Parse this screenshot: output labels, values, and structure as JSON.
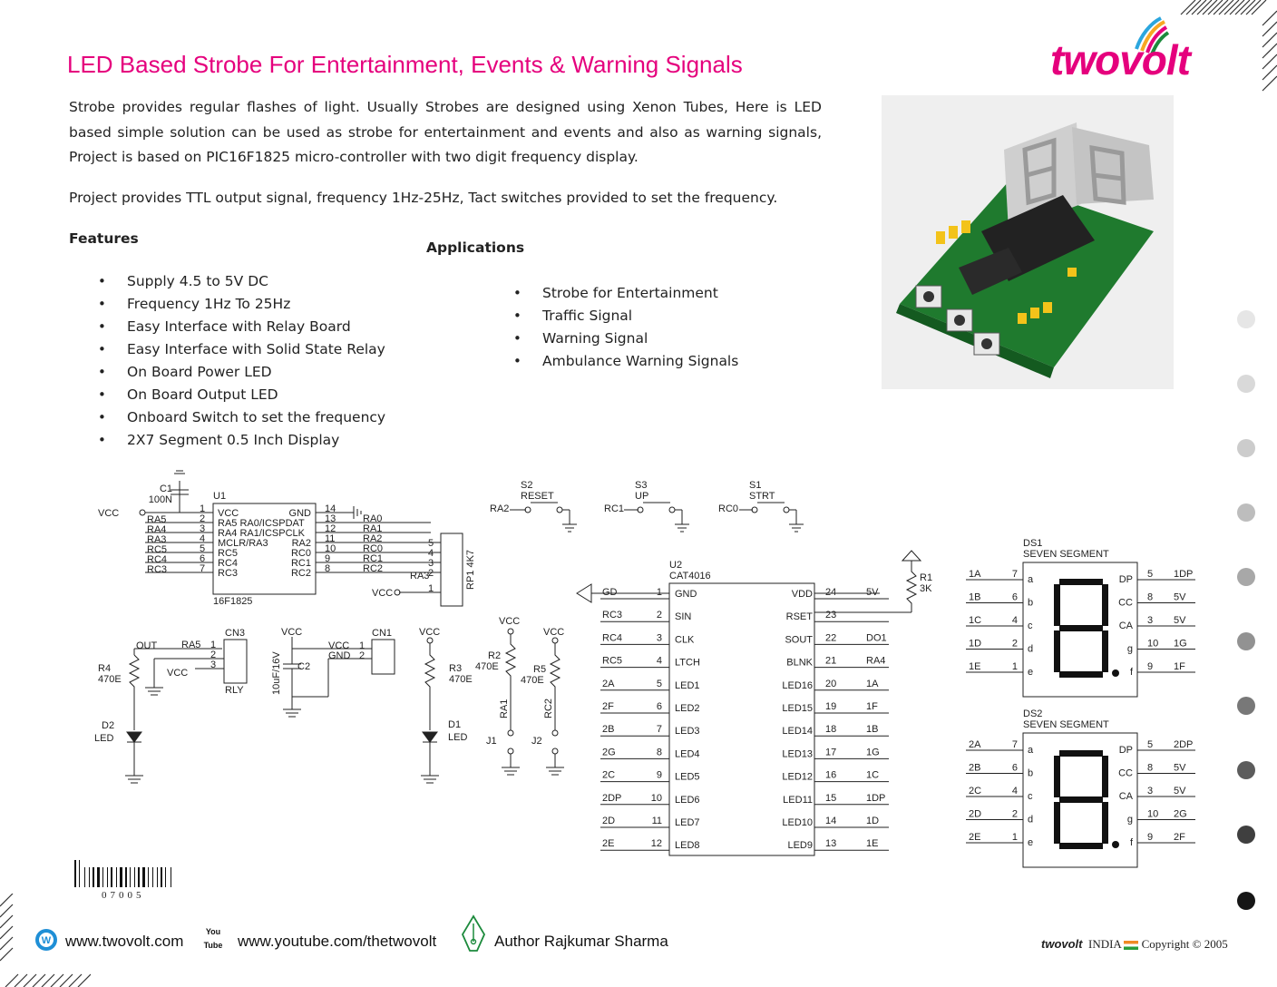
{
  "header": {
    "title": "LED Based Strobe For Entertainment, Events & Warning Signals",
    "logo_text": "twovolt"
  },
  "intro": {
    "paragraph1": "Strobe provides regular flashes of light. Usually Strobes are designed using Xenon Tubes, Here is LED based simple solution can be used as strobe for entertainment and events and also as warning signals, Project is based on PIC16F1825 micro-controller with two digit frequency display.",
    "paragraph2": "Project provides TTL output signal, frequency 1Hz-25Hz, Tact switches provided to set the frequency."
  },
  "features": {
    "heading": "Features",
    "items": [
      "Supply 4.5 to 5V DC",
      "Frequency 1Hz To 25Hz",
      "Easy Interface with Relay Board",
      "Easy Interface with Solid State Relay",
      "On Board Power LED",
      "On Board Output LED",
      "Onboard Switch to set the frequency",
      "2X7 Segment 0.5 Inch Display"
    ]
  },
  "applications": {
    "heading": "Applications",
    "items": [
      "Strobe for Entertainment",
      "Traffic Signal",
      "Warning Signal",
      "Ambulance Warning Signals"
    ]
  },
  "schematic": {
    "u1": {
      "ref": "U1",
      "part": "16F1825",
      "pins_left": [
        "VCC",
        "RA5 RA0/ICSPDAT",
        "RA4 RA1/ICSPCLK",
        "MCLR/RA3",
        "RC5",
        "RC4",
        "RC3"
      ],
      "pins_right": [
        "GND",
        "RA2",
        "RC0",
        "RC1",
        "RC2"
      ],
      "nets_left": [
        "VCC",
        "RA5",
        "RA4",
        "RA3",
        "RC5",
        "RC4",
        "RC3"
      ],
      "nums_left": [
        "1",
        "2",
        "3",
        "4",
        "5",
        "6",
        "7"
      ],
      "nums_right": [
        "14",
        "13",
        "12",
        "11",
        "10",
        "9",
        "8"
      ],
      "nets_right": [
        "RA0",
        "RA1",
        "RA2",
        "RC0",
        "RC1",
        "RC2"
      ]
    },
    "c1": {
      "ref": "C1",
      "value": "100N"
    },
    "rp1": {
      "ref": "RP1 4K7",
      "pins": [
        "5",
        "4",
        "3",
        "2",
        "1"
      ],
      "net": "VCC",
      "extra": "RA3"
    },
    "switches": [
      {
        "ref": "S2",
        "name": "RESET",
        "net": "RA2"
      },
      {
        "ref": "S3",
        "name": "UP",
        "net": "RC1"
      },
      {
        "ref": "S1",
        "name": "STRT",
        "net": "RC0"
      }
    ],
    "u2": {
      "ref": "U2",
      "part": "CAT4016",
      "left_nets": [
        "GD",
        "RC3",
        "RC4",
        "RC5",
        "2A",
        "2F",
        "2B",
        "2G",
        "2C",
        "2DP",
        "2D",
        "2E"
      ],
      "left_nums": [
        "1",
        "2",
        "3",
        "4",
        "5",
        "6",
        "7",
        "8",
        "9",
        "10",
        "11",
        "12"
      ],
      "left_pins": [
        "GND",
        "SIN",
        "CLK",
        "LTCH",
        "LED1",
        "LED2",
        "LED3",
        "LED4",
        "LED5",
        "LED6",
        "LED7",
        "LED8"
      ],
      "right_pins": [
        "VDD",
        "RSET",
        "SOUT",
        "BLNK",
        "LED16",
        "LED15",
        "LED14",
        "LED13",
        "LED12",
        "LED11",
        "LED10",
        "LED9"
      ],
      "right_nums": [
        "24",
        "23",
        "22",
        "21",
        "20",
        "19",
        "18",
        "17",
        "16",
        "15",
        "14",
        "13"
      ],
      "right_nets": [
        "5V",
        "",
        "DO1",
        "RA4",
        "1A",
        "1F",
        "1B",
        "1G",
        "1C",
        "1DP",
        "1D",
        "1E"
      ]
    },
    "r1": {
      "ref": "R1",
      "value": "3K"
    },
    "out": {
      "label": "OUT",
      "cn3": "CN3",
      "rly": "RLY",
      "ra5": "RA5",
      "vcc": "VCC",
      "pins": [
        "1",
        "2",
        "3"
      ]
    },
    "r4": {
      "ref": "R4",
      "value": "470E"
    },
    "d2": {
      "ref": "D2",
      "value": "LED"
    },
    "c2": {
      "ref": "C2",
      "value": "10uF/16V"
    },
    "cn1": {
      "ref": "CN1",
      "vcc": "VCC",
      "gnd": "GND",
      "pins": [
        "1",
        "2"
      ]
    },
    "r3": {
      "ref": "R3",
      "value": "470E"
    },
    "d1": {
      "ref": "D1",
      "value": "LED"
    },
    "r2": {
      "ref": "R2",
      "value": "470E",
      "net": "RA1",
      "jumper": "J1"
    },
    "r5": {
      "ref": "R5",
      "value": "470E",
      "net": "RC2",
      "jumper": "J2"
    },
    "vcc": "VCC",
    "ds1": {
      "ref": "DS1",
      "name": "SEVEN SEGMENT",
      "left_nets": [
        "1A",
        "1B",
        "1C",
        "1D",
        "1E"
      ],
      "left_nums": [
        "7",
        "6",
        "4",
        "2",
        "1"
      ],
      "left_seg": [
        "a",
        "b",
        "c",
        "d",
        "e"
      ],
      "right_seg": [
        "DP",
        "CC",
        "CA",
        "g",
        "f"
      ],
      "right_nums": [
        "5",
        "8",
        "3",
        "10",
        "9"
      ],
      "right_nets": [
        "1DP",
        "5V",
        "5V",
        "1G",
        "1F"
      ]
    },
    "ds2": {
      "ref": "DS2",
      "name": "SEVEN SEGMENT",
      "left_nets": [
        "2A",
        "2B",
        "2C",
        "2D",
        "2E"
      ],
      "left_nums": [
        "7",
        "6",
        "4",
        "2",
        "1"
      ],
      "left_seg": [
        "a",
        "b",
        "c",
        "d",
        "e"
      ],
      "right_seg": [
        "DP",
        "CC",
        "CA",
        "g",
        "f"
      ],
      "right_nums": [
        "5",
        "8",
        "3",
        "10",
        "9"
      ],
      "right_nets": [
        "2DP",
        "5V",
        "5V",
        "2G",
        "2F"
      ]
    }
  },
  "barcode": {
    "number": "07005"
  },
  "footer": {
    "website": "www.twovolt.com",
    "youtube_icon_text": "You Tube",
    "youtube": "www.youtube.com/thetwovolt",
    "author": "Author Rajkumar Sharma",
    "brand": "twovolt",
    "country": "INDIA",
    "copyright": "Copyright",
    "copyright_symbol": "©",
    "year": "2005"
  },
  "colors": {
    "title": "#e5007d",
    "logo": "#e5007d",
    "ink": "#222222"
  }
}
